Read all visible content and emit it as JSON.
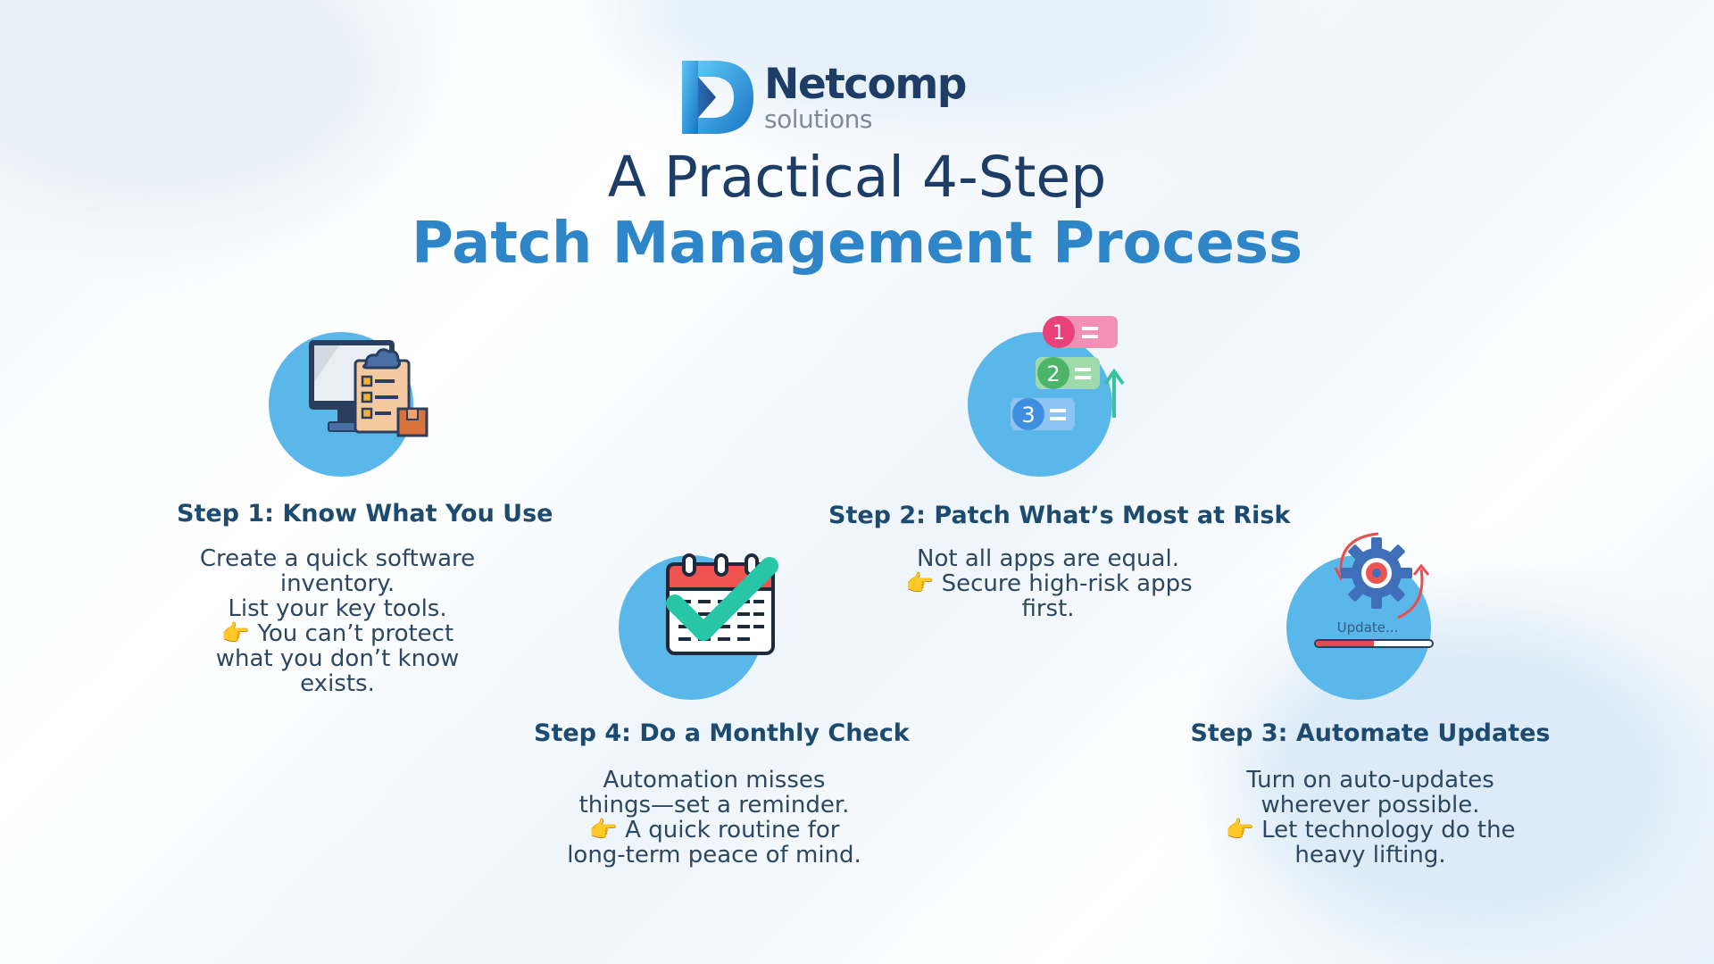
{
  "brand": {
    "name": "Netcomp",
    "sub": "solutions",
    "colors": {
      "navy": "#1d3d66",
      "blue": "#2e86c8",
      "circle": "#5ab7ea"
    }
  },
  "title": {
    "line1": "A Practical 4-Step",
    "line2": "Patch Management Process"
  },
  "steps": [
    {
      "icon": "software-inventory-icon",
      "title": "Step 1: Know What You Use",
      "lines": [
        "Create a quick software",
        "inventory.",
        "List your key tools.",
        "👉 You can’t protect",
        "what you don’t know",
        "exists."
      ]
    },
    {
      "icon": "priority-list-icon",
      "title": "Step 2: Patch What’s Most at Risk",
      "lines": [
        "Not all apps are equal.",
        "👉 Secure high-risk apps",
        "first."
      ],
      "badges": [
        "1",
        "2",
        "3"
      ]
    },
    {
      "icon": "update-gear-icon",
      "title": "Step 3: Automate Updates",
      "lines": [
        "Turn on auto-updates",
        "wherever possible.",
        "👉 Let technology do the",
        "heavy lifting."
      ],
      "progress_label": "Update...",
      "progress": 0.5
    },
    {
      "icon": "calendar-check-icon",
      "title": "Step 4: Do a Monthly Check",
      "lines": [
        "Automation misses",
        "things—set a reminder.",
        "👉 A quick routine for",
        "long-term peace of mind."
      ]
    }
  ]
}
